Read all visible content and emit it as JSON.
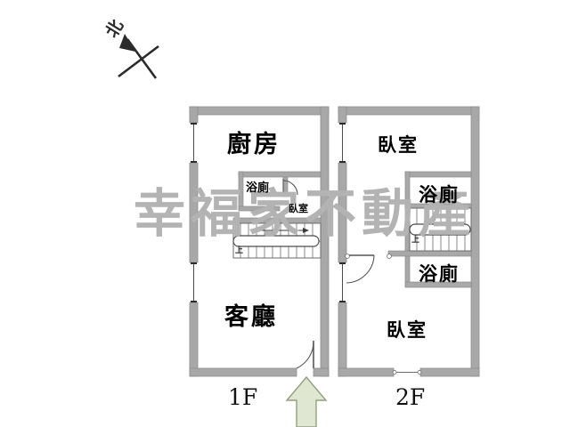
{
  "document": {
    "type": "floor-plan",
    "watermark_text": "幸福家不動產"
  },
  "compass": {
    "label": "北",
    "icon": "north-arrow-icon"
  },
  "floors": [
    {
      "id": "floor-1",
      "label": "1F",
      "rooms": [
        {
          "name": "廚房",
          "role": "kitchen",
          "size": "big"
        },
        {
          "name": "客廳",
          "role": "living-room",
          "size": "big"
        },
        {
          "name": "浴廁",
          "role": "bathroom",
          "size": "small"
        },
        {
          "name": "臥室",
          "role": "bedroom",
          "size": "small"
        }
      ],
      "features": [
        {
          "name": "staircase",
          "label": "上"
        },
        {
          "name": "entrance-door",
          "label": ""
        },
        {
          "name": "entrance-arrow",
          "label": ""
        }
      ]
    },
    {
      "id": "floor-2",
      "label": "2F",
      "rooms": [
        {
          "name": "臥室",
          "role": "bedroom-upper",
          "size": "mid"
        },
        {
          "name": "浴廁",
          "role": "bathroom-upper",
          "size": "mid"
        },
        {
          "name": "浴廁",
          "role": "bathroom-lower",
          "size": "mid"
        },
        {
          "name": "臥室",
          "role": "bedroom-lower",
          "size": "mid"
        }
      ],
      "features": [
        {
          "name": "staircase",
          "label": "上"
        },
        {
          "name": "interior-door",
          "label": ""
        }
      ]
    }
  ],
  "colors": {
    "wall": "#a8a8a8",
    "wall_edge": "#8d8d8d",
    "interior": "#ffffff",
    "watermark": "#b3b3b3",
    "arrow_fill": "#dfe6d2",
    "arrow_stroke": "#93a07c",
    "line": "#555555",
    "text": "#000000"
  },
  "stairs": {
    "direction_label": "上",
    "tread_count": 10
  }
}
